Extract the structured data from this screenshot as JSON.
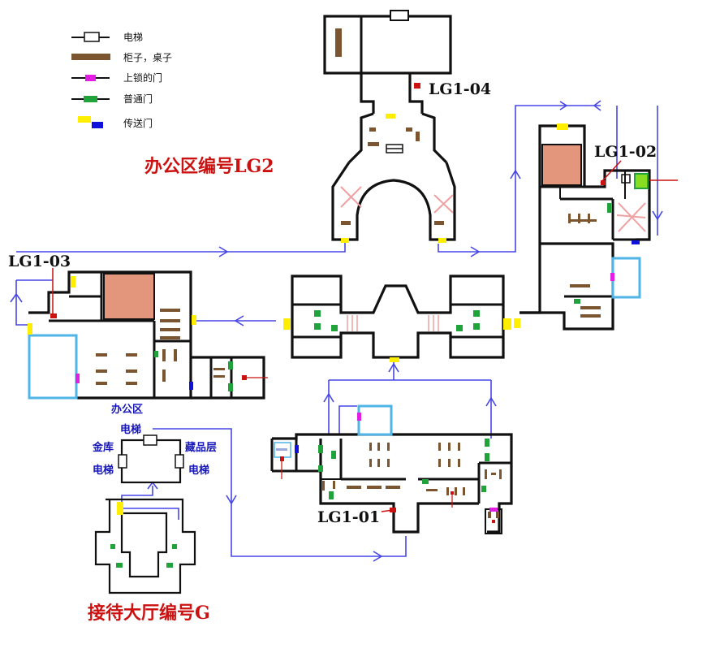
{
  "legend": {
    "items": [
      {
        "label": "电梯",
        "symbol": "elevator"
      },
      {
        "label": "柜子，桌子",
        "symbol": "furniture",
        "color": "#7a5530"
      },
      {
        "label": "上锁的门",
        "symbol": "locked-door",
        "color": "#e11ee1"
      },
      {
        "label": "普通门",
        "symbol": "normal-door",
        "color": "#1fa33a"
      },
      {
        "label": "传送门",
        "symbol": "teleporter",
        "colors": [
          "#ffee00",
          "#1111dd"
        ]
      }
    ]
  },
  "areas": {
    "office_zone_title": "办公区编号LG2",
    "reception_title": "接待大厅编号G",
    "office_zone_small": "办公区"
  },
  "room_labels": {
    "lg1_01": "LG1-01",
    "lg1_02": "LG1-02",
    "lg1_03": "LG1-03",
    "lg1_04": "LG1-04"
  },
  "elevator_labels": {
    "top": "电梯",
    "left_1": "金库",
    "left_2": "电梯",
    "right_1": "藏品层",
    "right_2": "电梯"
  },
  "colors": {
    "wall": "#111111",
    "furniture": "#7a5530",
    "locked_door": "#e11ee1",
    "normal_door": "#1fa33a",
    "teleport_yellow": "#ffee00",
    "teleport_blue": "#1111dd",
    "route": "#4646e6",
    "boss_room": "#e4967c",
    "special_room_border": "#4fb4e6",
    "label_red": "#cc1111",
    "label_blue": "#1818b8"
  }
}
